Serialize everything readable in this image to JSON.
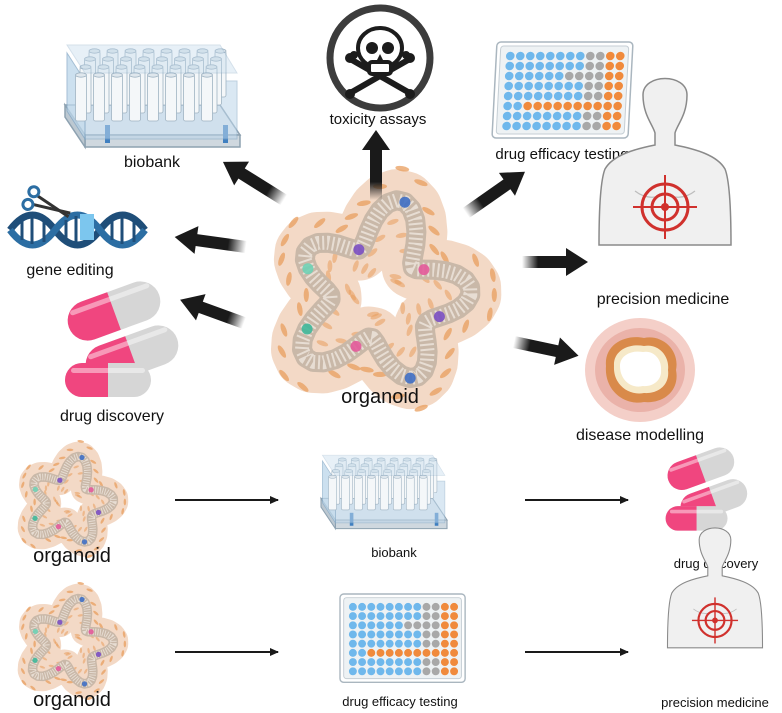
{
  "hub": {
    "label": "organoid"
  },
  "applications": {
    "biobank": "biobank",
    "toxicity_assays": "toxicity assays",
    "drug_efficacy_testing": "drug efficacy testing",
    "gene_editing": "gene editing",
    "precision_medicine": "precision medicine",
    "drug_discovery": "drug discovery",
    "disease_modelling": "disease modelling"
  },
  "pipelines": [
    {
      "source": "organoid",
      "middle": "biobank",
      "target": "drug discovery"
    },
    {
      "source": "organoid",
      "middle": "drug efficacy testing",
      "target": "precision medicine"
    }
  ],
  "colors": {
    "arrow": "#1a1a1a",
    "pill_pink": "#f0467f",
    "pill_grey": "#d6d6d6",
    "well_blue": "#6fb8ec",
    "well_orange": "#f08a3c",
    "well_grey": "#a8a8a8",
    "target_red": "#d0312d",
    "organoid_skin": "#f3d9c6",
    "organoid_orange": "#e89d5d",
    "rack_blue": "#bcd6ea"
  }
}
